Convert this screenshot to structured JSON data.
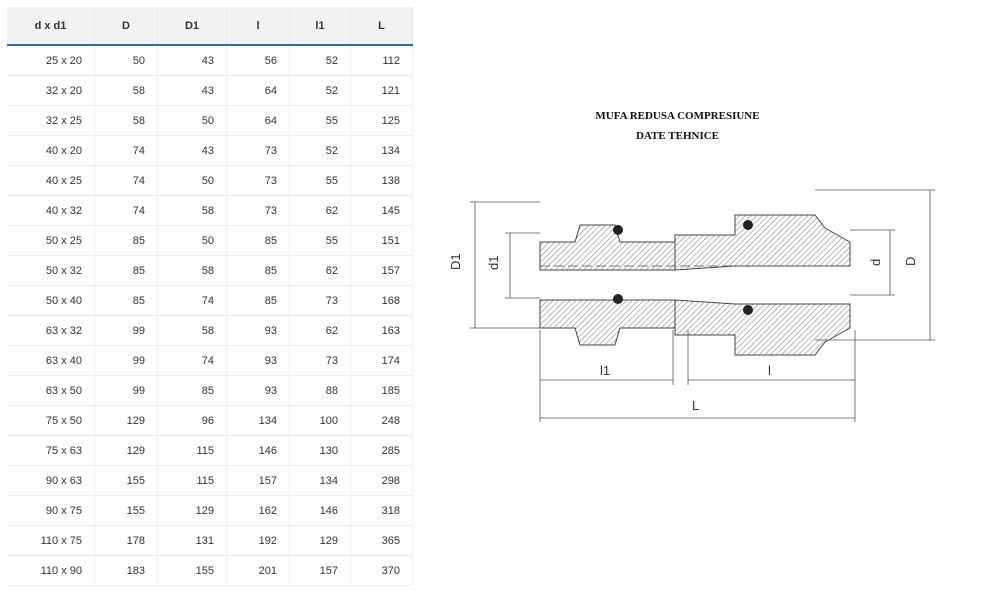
{
  "table": {
    "headers": [
      "d x d1",
      "D",
      "D1",
      "l",
      "l1",
      "L"
    ],
    "rows": [
      [
        "25 x 20",
        "50",
        "43",
        "56",
        "52",
        "112"
      ],
      [
        "32 x 20",
        "58",
        "43",
        "64",
        "52",
        "121"
      ],
      [
        "32 x 25",
        "58",
        "50",
        "64",
        "55",
        "125"
      ],
      [
        "40 x 20",
        "74",
        "43",
        "73",
        "52",
        "134"
      ],
      [
        "40 x 25",
        "74",
        "50",
        "73",
        "55",
        "138"
      ],
      [
        "40 x 32",
        "74",
        "58",
        "73",
        "62",
        "145"
      ],
      [
        "50 x 25",
        "85",
        "50",
        "85",
        "55",
        "151"
      ],
      [
        "50 x 32",
        "85",
        "58",
        "85",
        "62",
        "157"
      ],
      [
        "50 x 40",
        "85",
        "74",
        "85",
        "73",
        "168"
      ],
      [
        "63 x 32",
        "99",
        "58",
        "93",
        "62",
        "163"
      ],
      [
        "63 x 40",
        "99",
        "74",
        "93",
        "73",
        "174"
      ],
      [
        "63 x 50",
        "99",
        "85",
        "93",
        "88",
        "185"
      ],
      [
        "75 x 50",
        "129",
        "96",
        "134",
        "100",
        "248"
      ],
      [
        "75 x 63",
        "129",
        "115",
        "146",
        "130",
        "285"
      ],
      [
        "90 x 63",
        "155",
        "115",
        "157",
        "134",
        "298"
      ],
      [
        "90 x 75",
        "155",
        "129",
        "162",
        "146",
        "318"
      ],
      [
        "110 x 75",
        "178",
        "131",
        "192",
        "129",
        "365"
      ],
      [
        "110 x 90",
        "183",
        "155",
        "201",
        "157",
        "370"
      ]
    ]
  },
  "drawing": {
    "title": "MUFA REDUSA COMPRESIUNE",
    "subtitle": "DATE TEHNICE",
    "labels": {
      "D1": "D1",
      "d1": "d1",
      "d": "d",
      "D": "D",
      "l1": "l1",
      "l": "l",
      "L": "L"
    }
  }
}
